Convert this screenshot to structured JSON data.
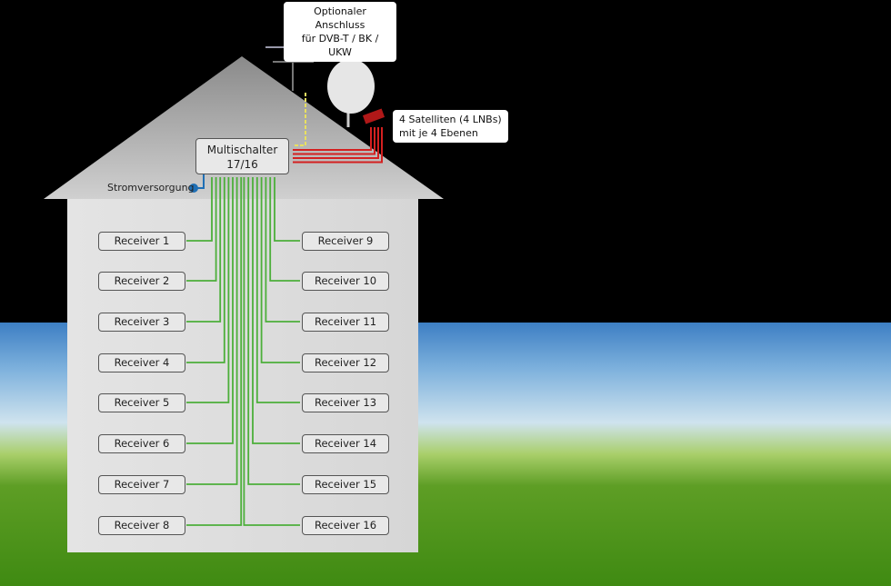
{
  "labels": {
    "optional": "Optionaler Anschluss",
    "optional2": "für DVB-T / BK / UKW",
    "satellites": "4 Satelliten (4 LNBs)",
    "satellites2": "mit je 4 Ebenen",
    "multiswitch": "Multischalter",
    "multiswitch2": "17/16",
    "power": "Stromversorgung"
  },
  "receivers": [
    "Receiver 1",
    "Receiver 2",
    "Receiver 3",
    "Receiver 4",
    "Receiver 5",
    "Receiver 6",
    "Receiver 7",
    "Receiver 8",
    "Receiver 9",
    "Receiver 10",
    "Receiver 11",
    "Receiver 12",
    "Receiver 13",
    "Receiver 14",
    "Receiver 15",
    "Receiver 16"
  ],
  "colors": {
    "receiver_lines": "#4caf3a",
    "satellite_lines": "#d42020",
    "terrestrial_line": "#e8e060",
    "power": "#1f6fb5"
  }
}
